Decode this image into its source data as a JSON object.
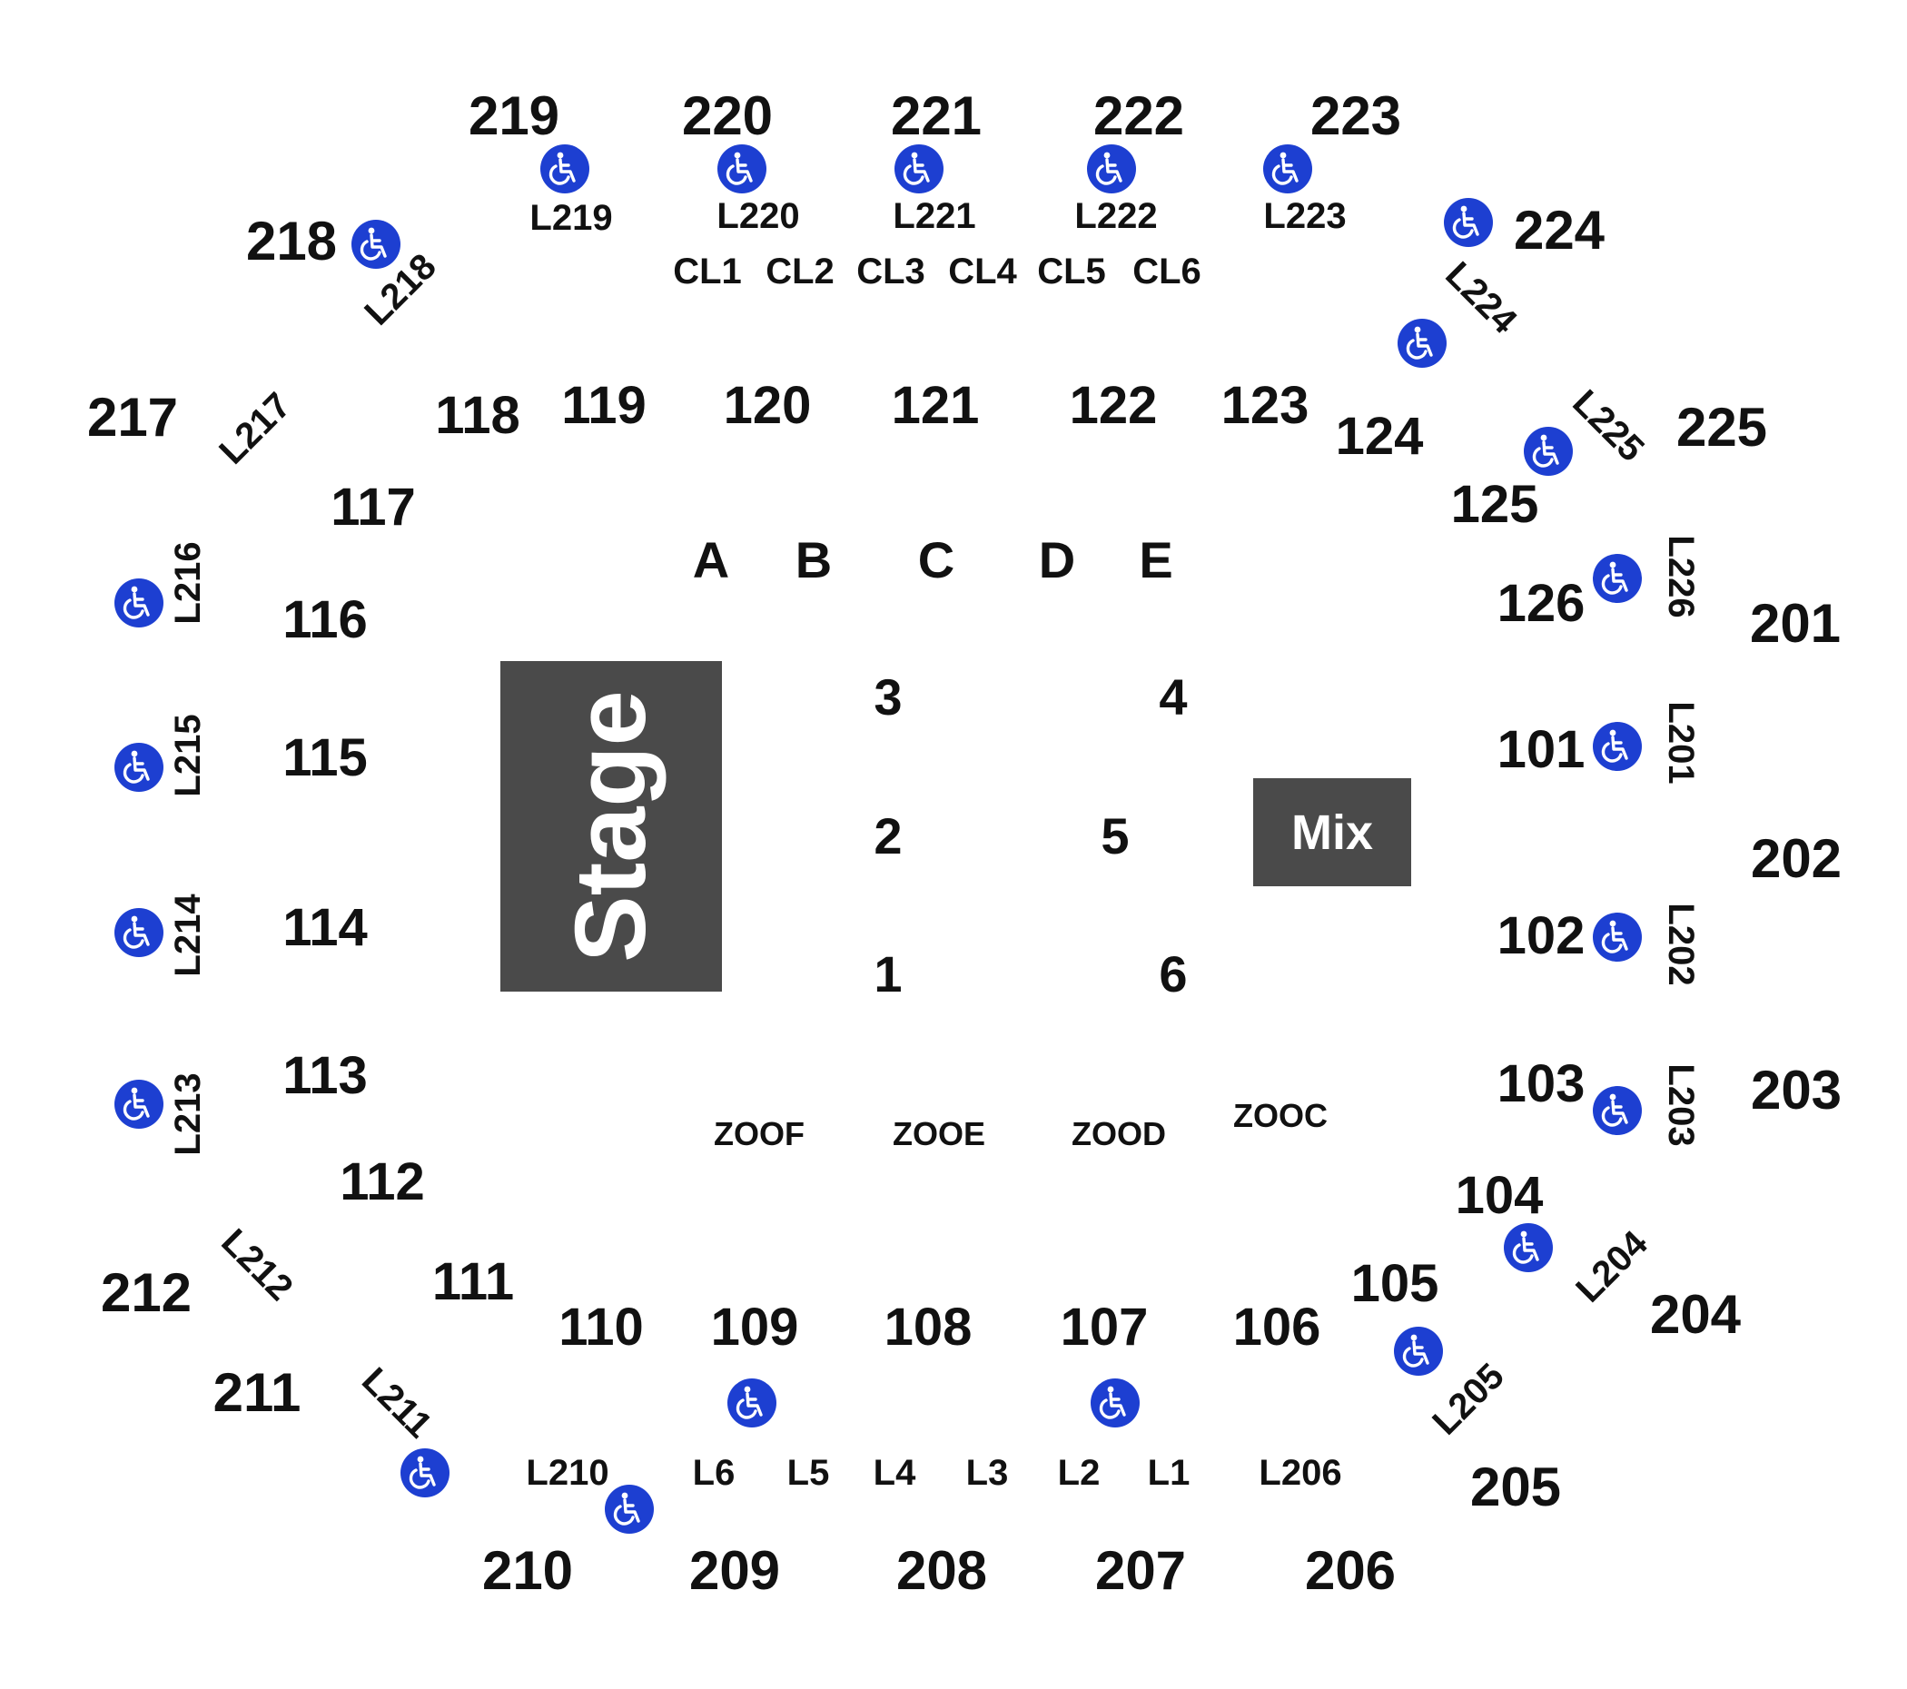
{
  "venue": {
    "stage_label": "Stage",
    "mix_label": "Mix",
    "upper_sections": [
      "201",
      "202",
      "203",
      "204",
      "205",
      "206",
      "207",
      "208",
      "209",
      "210",
      "211",
      "212",
      "217",
      "218",
      "219",
      "220",
      "221",
      "222",
      "223",
      "224",
      "225"
    ],
    "lower_sections": [
      "101",
      "102",
      "103",
      "104",
      "105",
      "106",
      "107",
      "108",
      "109",
      "110",
      "111",
      "112",
      "113",
      "114",
      "115",
      "116",
      "117",
      "118",
      "119",
      "120",
      "121",
      "122",
      "123",
      "124",
      "125",
      "126"
    ],
    "floor_sections": [
      "A",
      "B",
      "C",
      "D",
      "E"
    ],
    "floor_pods": [
      "1",
      "2",
      "3",
      "4",
      "5",
      "6"
    ],
    "zones": [
      "ZOOF",
      "ZOOE",
      "ZOOD",
      "ZOOC"
    ],
    "club_boxes": [
      "CL1",
      "CL2",
      "CL3",
      "CL4",
      "CL5",
      "CL6"
    ],
    "lodges": [
      "L201",
      "L202",
      "L203",
      "L204",
      "L205",
      "L206",
      "L1",
      "L2",
      "L3",
      "L4",
      "L5",
      "L6",
      "L210",
      "L211",
      "L212",
      "L213",
      "L214",
      "L215",
      "L216",
      "L217",
      "L218",
      "L219",
      "L220",
      "L221",
      "L222",
      "L223",
      "L224",
      "L225",
      "L226"
    ],
    "accessible_icon": "wheelchair-icon",
    "accessible_color": "#1d3fd1",
    "block_color": "#4a4a4a"
  }
}
